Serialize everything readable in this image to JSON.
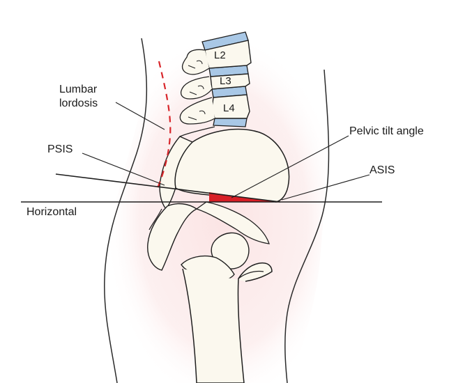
{
  "labels": {
    "l2": "L2",
    "l3": "L3",
    "l4": "L4",
    "lumbar_line1": "Lumbar",
    "lumbar_line2": "lordosis",
    "pelvic_tilt_angle": "Pelvic tilt angle",
    "psis": "PSIS",
    "asis": "ASIS",
    "horizontal": "Horizontal"
  },
  "colors": {
    "tilt_wedge": "#d81f26",
    "lordosis_dash": "#d8262b",
    "background_tint": "#fbe6e6",
    "disc_blue": "#a9c8e6",
    "bone_fill": "#fbf8ee",
    "outline": "#1f1f1f"
  }
}
